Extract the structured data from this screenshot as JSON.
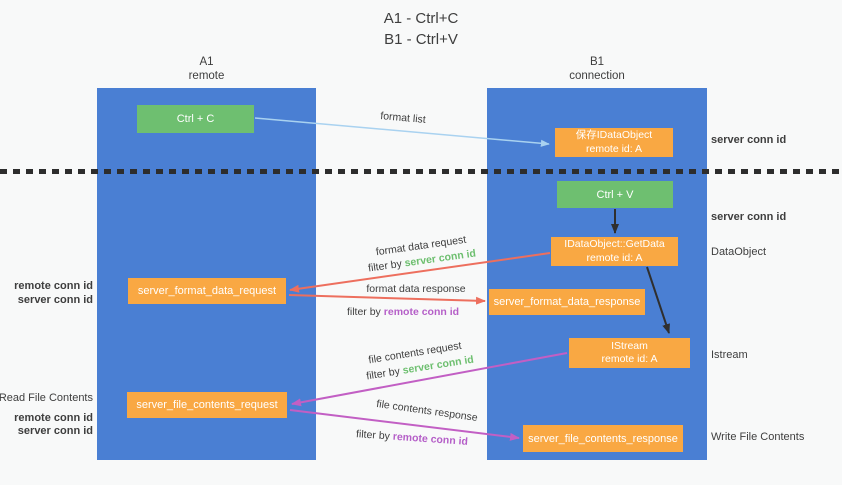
{
  "title": {
    "line1": "A1 - Ctrl+C",
    "line2": "B1 - Ctrl+V"
  },
  "lanes": {
    "left": {
      "title": "A1",
      "subtitle": "remote"
    },
    "right": {
      "title": "B1",
      "subtitle": "connection"
    }
  },
  "nodes": {
    "ctrl_c": {
      "label": "Ctrl + C"
    },
    "save_dataobject": {
      "line1": "保存IDataObject",
      "line2": "remote id: A"
    },
    "ctrl_v": {
      "label": "Ctrl + V"
    },
    "getdata": {
      "line1": "IDataObject::GetData",
      "line2": "remote id: A"
    },
    "format_request": {
      "label": "server_format_data_request"
    },
    "format_response": {
      "label": "server_format_data_response"
    },
    "istream": {
      "line1": "IStream",
      "line2": "remote id: A"
    },
    "file_request": {
      "label": "server_file_contents_request"
    },
    "file_response": {
      "label": "server_file_contents_response"
    }
  },
  "edge_labels": {
    "format_list": "format list",
    "format_data_request": "format data request",
    "format_data_response": "format data response",
    "file_contents_request": "file contents request",
    "file_contents_response": "file contents response",
    "filter_by": "filter by",
    "server_conn_id": "server conn id",
    "remote_conn_id": "remote conn id"
  },
  "side_labels": {
    "right_top_server_conn_id": "server conn id",
    "right_mid_server_conn_id": "server conn id",
    "dataobject": "DataObject",
    "istream": "Istream",
    "write_file_contents": "Write File Contents",
    "left_format_remote_conn_id": "remote conn id",
    "left_format_server_conn_id": "server conn id",
    "read_file_contents": "Read File Contents",
    "left_file_remote_conn_id": "remote conn id",
    "left_file_server_conn_id": "server conn id"
  },
  "colors": {
    "lane_blue": "#4a7fd3",
    "node_green": "#6ebf70",
    "node_orange": "#f9a843",
    "text_green": "#6dbf6f",
    "text_purple": "#b55fc8",
    "arrow_light_blue": "#a9d2f0",
    "arrow_red": "#ed6f5e",
    "arrow_purple": "#c25fc4",
    "arrow_black": "#2f2f2f",
    "divider_black": "#2d2d2d"
  }
}
